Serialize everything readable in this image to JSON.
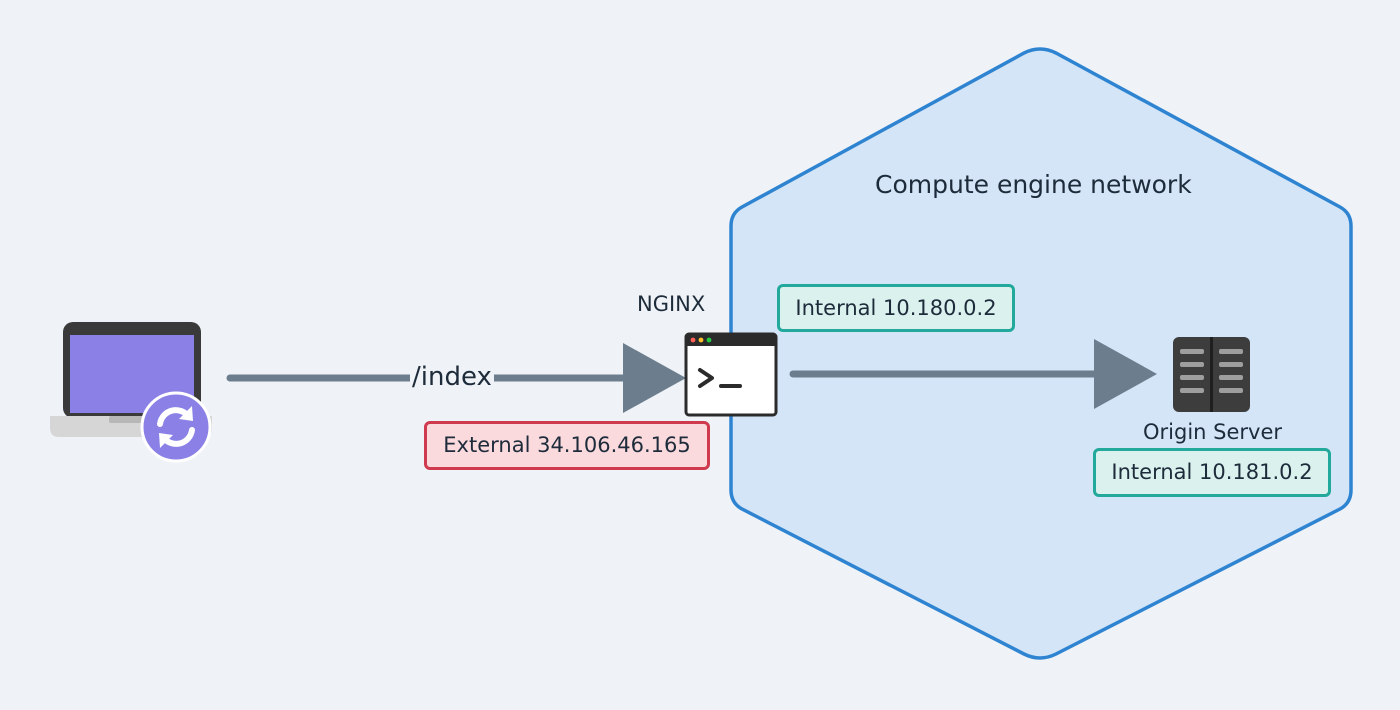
{
  "network": {
    "title": "Compute engine network",
    "colors": {
      "fill": "#d3e5f6",
      "stroke": "#2f84d2"
    }
  },
  "client": {
    "icon": "laptop-icon",
    "badge_icon": "refresh-icon",
    "colors": {
      "screen": "#8a80e6",
      "badge": "#8a80e6"
    }
  },
  "request": {
    "label": "/index"
  },
  "nginx": {
    "label": "NGINX",
    "icon": "terminal-icon",
    "internal_ip": "Internal 10.180.0.2",
    "external_ip": "External 34.106.46.165"
  },
  "origin": {
    "label": "Origin Server",
    "icon": "server-icon",
    "internal_ip": "Internal 10.181.0.2"
  },
  "colors": {
    "background": "#eff3f7",
    "arrow": "#6c7d8d",
    "internal_badge": "#22a99b",
    "external_badge": "#cf3a4f"
  }
}
